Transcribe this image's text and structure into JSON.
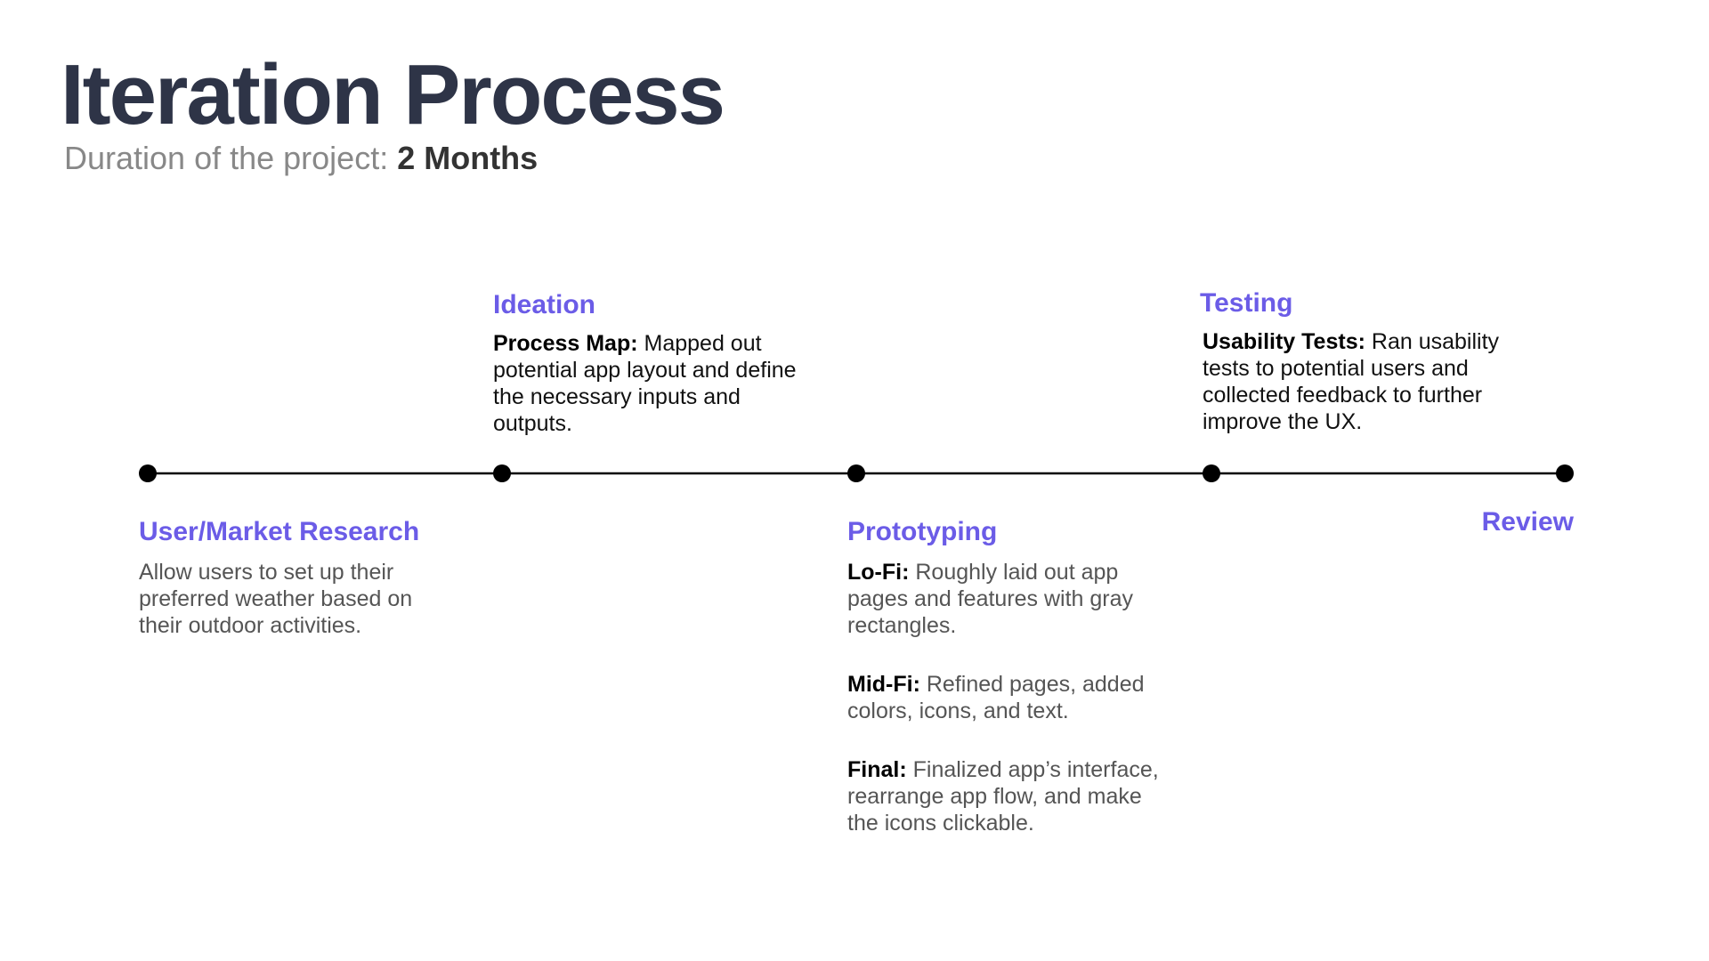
{
  "header": {
    "title": "Iteration Process",
    "subtitle_prefix": "Duration of the project: ",
    "subtitle_value": "2 Months"
  },
  "stages": [
    {
      "title": "User/Market Research",
      "items": [
        {
          "label": "",
          "text": "Allow users to set up their preferred weather based on their outdoor activities."
        }
      ]
    },
    {
      "title": "Ideation",
      "items": [
        {
          "label": "Process Map:",
          "text": " Mapped out potential app layout and define the necessary inputs and outputs."
        }
      ]
    },
    {
      "title": "Prototyping",
      "items": [
        {
          "label": "Lo-Fi:",
          "text": " Roughly laid out app pages and features with gray rectangles."
        },
        {
          "label": "Mid-Fi:",
          "text": " Refined pages, added colors, icons, and text."
        },
        {
          "label": "Final:",
          "text": " Finalized app’s interface, rearrange app flow, and make the icons clickable."
        }
      ]
    },
    {
      "title": "Testing",
      "items": [
        {
          "label": "Usability Tests:",
          "text": " Ran usability tests to potential users and collected feedback to further improve the UX."
        }
      ]
    },
    {
      "title": "Review",
      "items": []
    }
  ],
  "colors": {
    "title": "#2e3447",
    "subtitle_muted": "#888888",
    "subtitle_strong": "#333333",
    "accent": "#6b5ce7",
    "body_text": "#555555",
    "line": "#000000"
  }
}
